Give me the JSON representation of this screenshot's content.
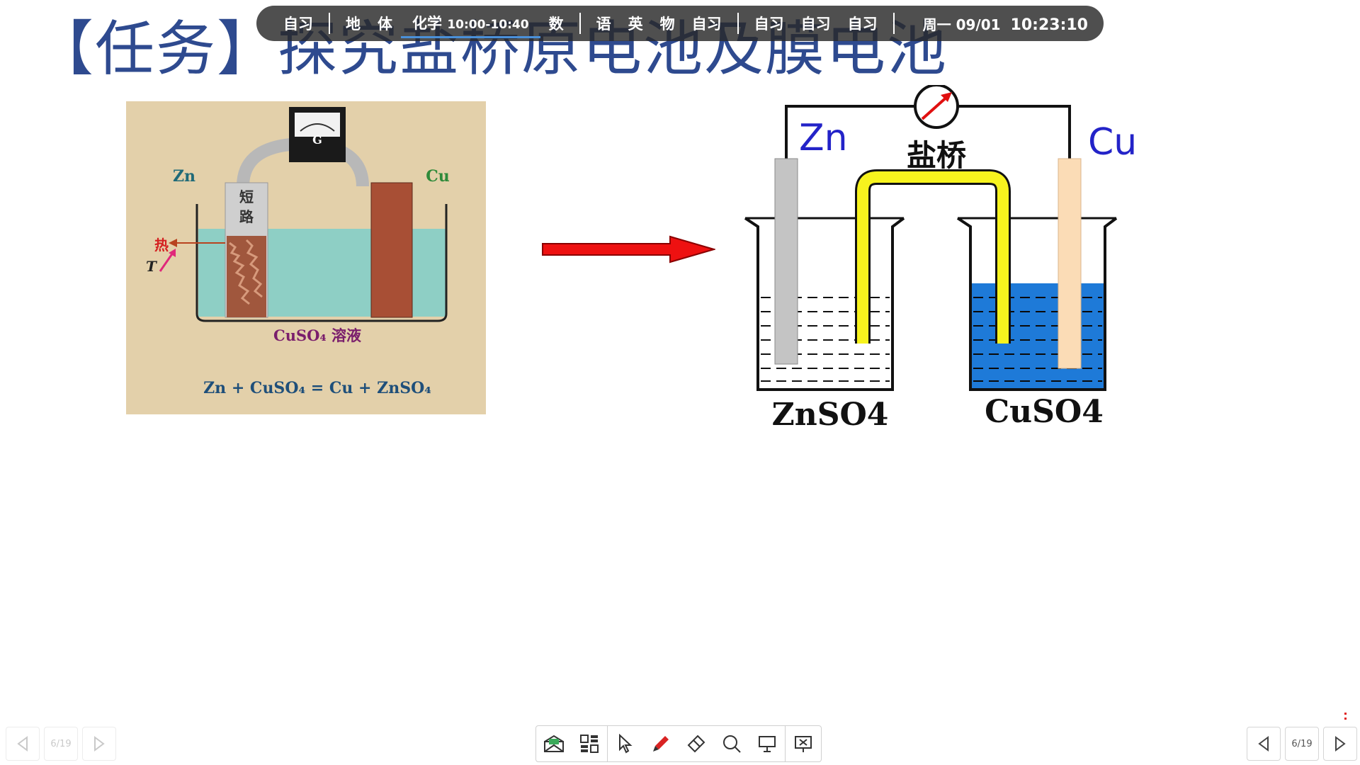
{
  "slide": {
    "title": "【任务】探究盐桥原电池及膜电池"
  },
  "schedule": {
    "items": [
      {
        "label": "自习"
      },
      {
        "label": "地"
      },
      {
        "label": "体"
      },
      {
        "label": "化学",
        "time": "10:00-10:40",
        "current": true
      },
      {
        "label": "数"
      },
      {
        "label": "语"
      },
      {
        "label": "英"
      },
      {
        "label": "物"
      },
      {
        "label": "自习"
      },
      {
        "label": "自习"
      },
      {
        "label": "自习"
      },
      {
        "label": "自习"
      }
    ],
    "date": "周一 09/01",
    "clock": "10:23:10"
  },
  "figure_left": {
    "meter": "G",
    "zn": "Zn",
    "cu": "Cu",
    "short_1": "短",
    "short_2": "路",
    "heat": "热",
    "temp": "T",
    "solution": "CuSO₄ 溶液",
    "equation": "Zn + CuSO₄ = Cu + ZnSO₄"
  },
  "figure_right": {
    "zn": "Zn",
    "cu": "Cu",
    "bridge": "盐桥",
    "left_solution": "ZnSO4",
    "right_solution": "CuSO4"
  },
  "nav_left": {
    "page": "6/19"
  },
  "nav_right": {
    "page": "6/19"
  },
  "toolbar": {
    "tools": [
      "envelope-icon",
      "qr-code-icon",
      "pointer-icon",
      "pen-icon",
      "eraser-icon",
      "search-icon",
      "projector-icon",
      "close-slide-icon"
    ]
  },
  "colors": {
    "title": "#2e4a8f",
    "arrow": "#ee1111",
    "copper_solution": "#1e7ad8",
    "salt_bridge": "#f7f31e"
  }
}
